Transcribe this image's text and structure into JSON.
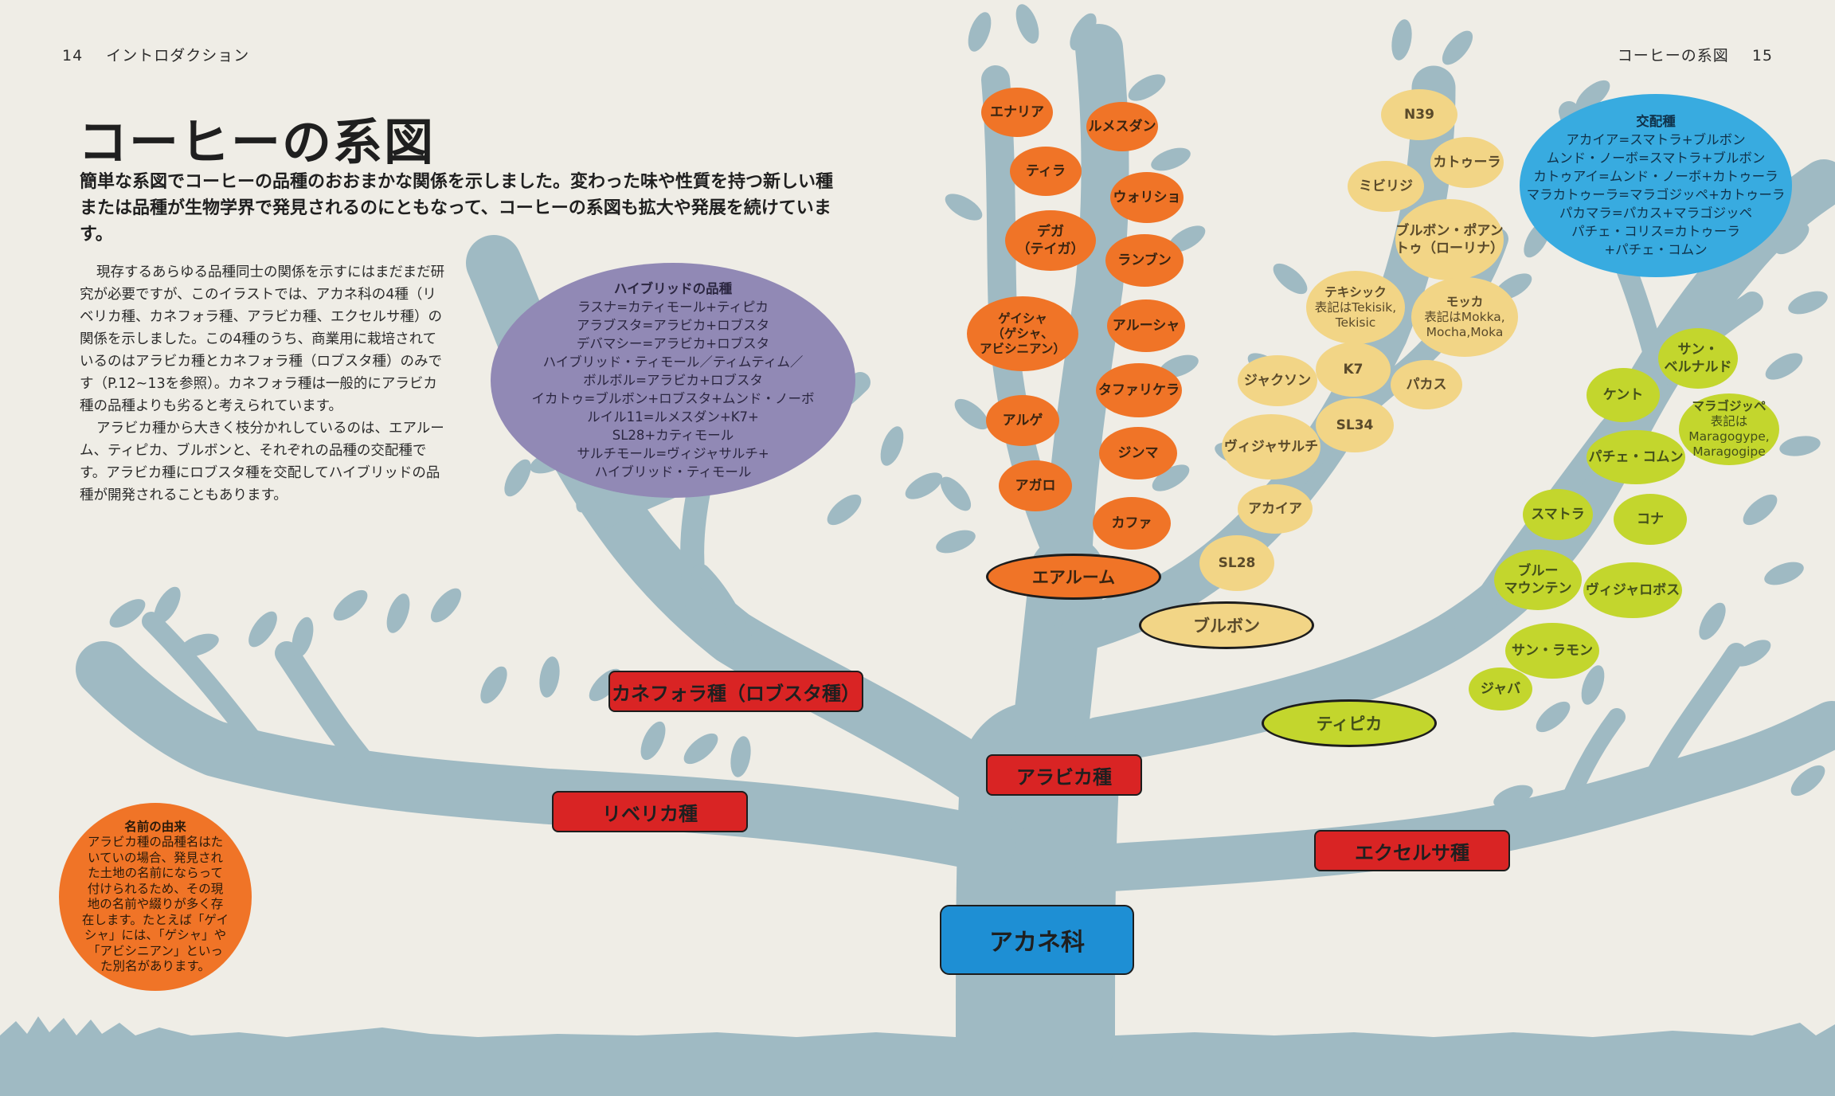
{
  "header": {
    "left_page": "14",
    "left_section": "イントロダクション",
    "right_section": "コーヒーの系図",
    "right_page": "15"
  },
  "title": "コーヒーの系図",
  "lead": "簡単な系図でコーヒーの品種のおおまかな関係を示しました。変わった味や性質を持つ新しい種または品種が生物学界で発見されるのにともなって、コーヒーの系図も拡大や発展を続けています。",
  "body": [
    "現存するあらゆる品種同士の関係を示すにはまだまだ研究が必要ですが、このイラストでは、アカネ科の4種（リベリカ種、カネフォラ種、アラビカ種、エクセルサ種）の関係を示しました。この4種のうち、商業用に栽培されているのはアラビカ種とカネフォラ種（ロブスタ種）のみです（P.12~13を参照）。カネフォラ種は一般的にアラビカ種の品種よりも劣ると考えられています。",
    "アラビカ種から大きく枝分かれしているのは、エアルーム、ティピカ、ブルボンと、それぞれの品種の交配種です。アラビカ種にロブスタ種を交配してハイブリッドの品種が開発されることもあります。"
  ],
  "hybrid": {
    "heading": "ハイブリッドの品種",
    "lines": [
      "ラスナ=カティモール+ティピカ",
      "アラブスタ=アラビカ+ロブスタ",
      "デバマシー=アラビカ+ロブスタ",
      "ハイブリッド・ティモール／ティムティム／",
      "ボルボル=アラビカ+ロブスタ",
      "イカトゥ=ブルボン+ロブスタ+ムンド・ノーボ",
      "ルイル11=ルメスダン+K7+",
      "SL28+カティモール",
      "サルチモール=ヴィジャサルチ+",
      "ハイブリッド・ティモール"
    ]
  },
  "crossbreeds": {
    "heading": "交配種",
    "lines": [
      "アカイア=スマトラ+ブルボン",
      "ムンド・ノーボ=スマトラ+ブルボン",
      "カトゥアイ=ムンド・ノーボ+カトゥーラ",
      "マラカトゥーラ=マラゴジッペ+カトゥーラ",
      "パカマラ=パカス+マラゴジッペ",
      "パチェ・コリス=カトゥーラ",
      "+パチェ・コムン"
    ]
  },
  "name_origin": {
    "heading": "名前の由来",
    "lines": [
      "アラビカ種の品種名はた",
      "いていの場合、発見され",
      "た土地の名前にならって",
      "付けられるため、その現",
      "地の名前や綴りが多く存",
      "在します。たとえば「ゲイ",
      "シャ」には、「ゲシャ」や",
      "「アビシニアン」といっ",
      "た別名があります。"
    ]
  },
  "labels": {
    "family": "アカネ科",
    "liberica": "リベリカ種",
    "canephora": "カネフォラ種（ロブスタ種）",
    "arabica": "アラビカ種",
    "excelsa": "エクセルサ種",
    "heirloom": "エアルーム",
    "bourbon": "ブルボン",
    "typica": "ティピカ"
  },
  "heirloom_varieties": [
    [
      "エナリア"
    ],
    [
      "ルメスダン"
    ],
    [
      "ティラ"
    ],
    [
      "ウォリショ"
    ],
    [
      "デガ",
      "（テイガ）"
    ],
    [
      "ランブン"
    ],
    [
      "ゲイシャ",
      "（ゲシャ、",
      "アビシニアン）"
    ],
    [
      "アルーシャ"
    ],
    [
      "タファリケラ"
    ],
    [
      "アルゲ"
    ],
    [
      "ジンマ"
    ],
    [
      "アガロ"
    ],
    [
      "カファ"
    ]
  ],
  "bourbon_varieties": [
    [
      "N39"
    ],
    [
      "カトゥーラ"
    ],
    [
      "ミビリジ"
    ],
    [
      "ブルボン・ポアン",
      "トゥ（ローリナ）"
    ],
    [
      "テキシック",
      "表記はTekisik,",
      "Tekisic"
    ],
    [
      "モッカ",
      "表記はMokka,",
      "Mocha,Moka"
    ],
    [
      "ジャクソン"
    ],
    [
      "K7"
    ],
    [
      "パカス"
    ],
    [
      "ヴィジャサルチ"
    ],
    [
      "SL34"
    ],
    [
      "アカイア"
    ],
    [
      "SL28"
    ]
  ],
  "typica_varieties": [
    [
      "サン・",
      "ベルナルド"
    ],
    [
      "ケント"
    ],
    [
      "マラゴジッペ",
      "表記は",
      "Maragogype,",
      "Maragogipe"
    ],
    [
      "パチェ・コムン"
    ],
    [
      "スマトラ"
    ],
    [
      "コナ"
    ],
    [
      "ブルー",
      "マウンテン"
    ],
    [
      "ヴィジャロボス"
    ],
    [
      "サン・ラモン"
    ],
    [
      "ジャバ"
    ]
  ],
  "colors": {
    "background": "#efede6",
    "tree": "#9fbac3",
    "heirloom": "#f07427",
    "bourbon": "#f2d586",
    "typica": "#c3d62d",
    "species": "#d92424",
    "family": "#1e8fd4",
    "hybrid": "#9189b5",
    "crossbreeds": "#38abe0",
    "name_origin": "#f07427"
  }
}
